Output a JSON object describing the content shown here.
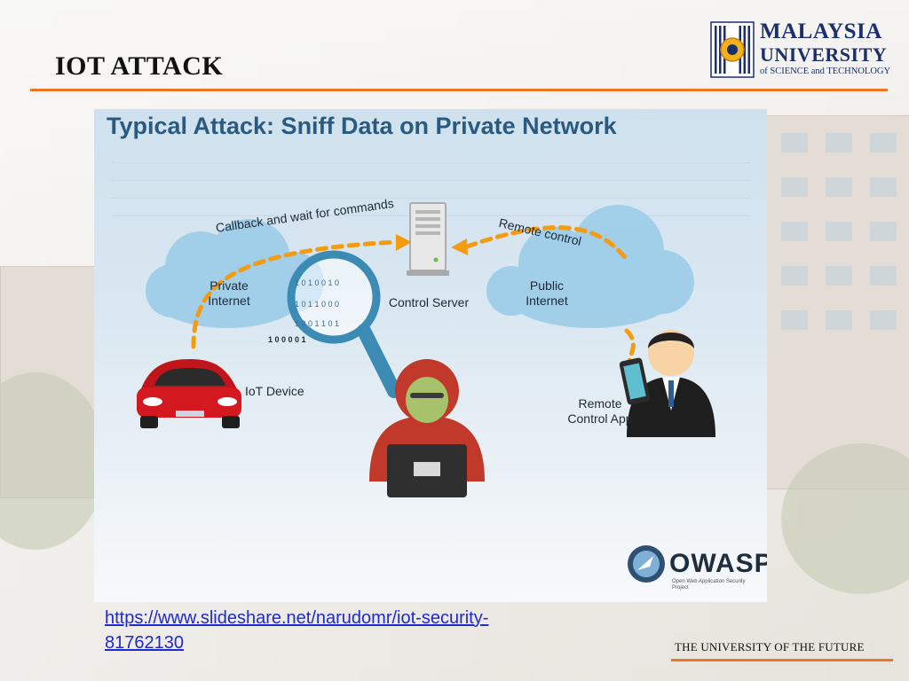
{
  "slide": {
    "title": "IOT ATTACK",
    "source_link": "https://www.slideshare.net/narudomr/iot-security-81762130",
    "tagline": "THE UNIVERSITY OF THE FUTURE"
  },
  "logo": {
    "line1": "MALAYSIA",
    "line2": "UNIVERSITY",
    "line3": "of SCIENCE and TECHNOLOGY"
  },
  "diagram": {
    "title": "Typical Attack: Sniff Data on Private Network",
    "callback_label": "Callback and wait for commands",
    "remote_control_label": "Remote control",
    "private_internet": "Private\nInternet",
    "public_internet": "Public\nInternet",
    "control_server": "Control Server",
    "iot_device": "IoT Device",
    "remote_app": "Remote\nControl App",
    "binary_rows": [
      "1 0 1 0 0 1 0",
      "1 0 1 1 0 0 0",
      "1 0 0 1 1 0 1",
      "1 0 0 0 0 1"
    ],
    "owasp_name": "OWASP",
    "owasp_sub": "Open Web Application Security Project"
  },
  "colors": {
    "accent": "#ee7623",
    "title_blue": "#2b5a80",
    "link": "#1f2ad0",
    "brand_navy": "#1a2f6b"
  }
}
